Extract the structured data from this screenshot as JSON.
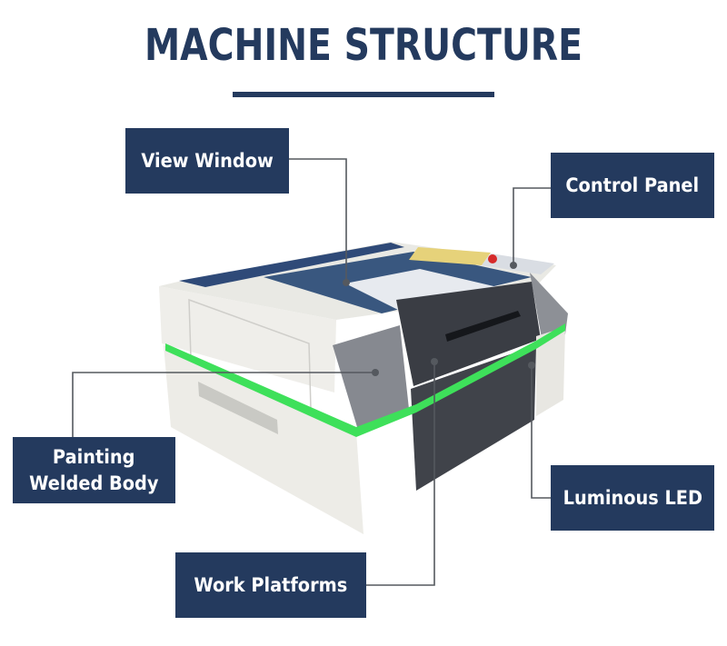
{
  "title": "MACHINE STRUCTURE",
  "labels": {
    "view_window": "View Window",
    "control_panel": "Control Panel",
    "painting_line1": "Painting",
    "painting_line2": "Welded Body",
    "luminous_led": "Luminous LED",
    "work_platforms": "Work Platforms"
  },
  "colors": {
    "navy": "#243a5e",
    "led_green": "#3ee05a",
    "body_white": "#ecebe6",
    "panel_gray": "#7d8087",
    "dark_front": "#3b3e45"
  }
}
